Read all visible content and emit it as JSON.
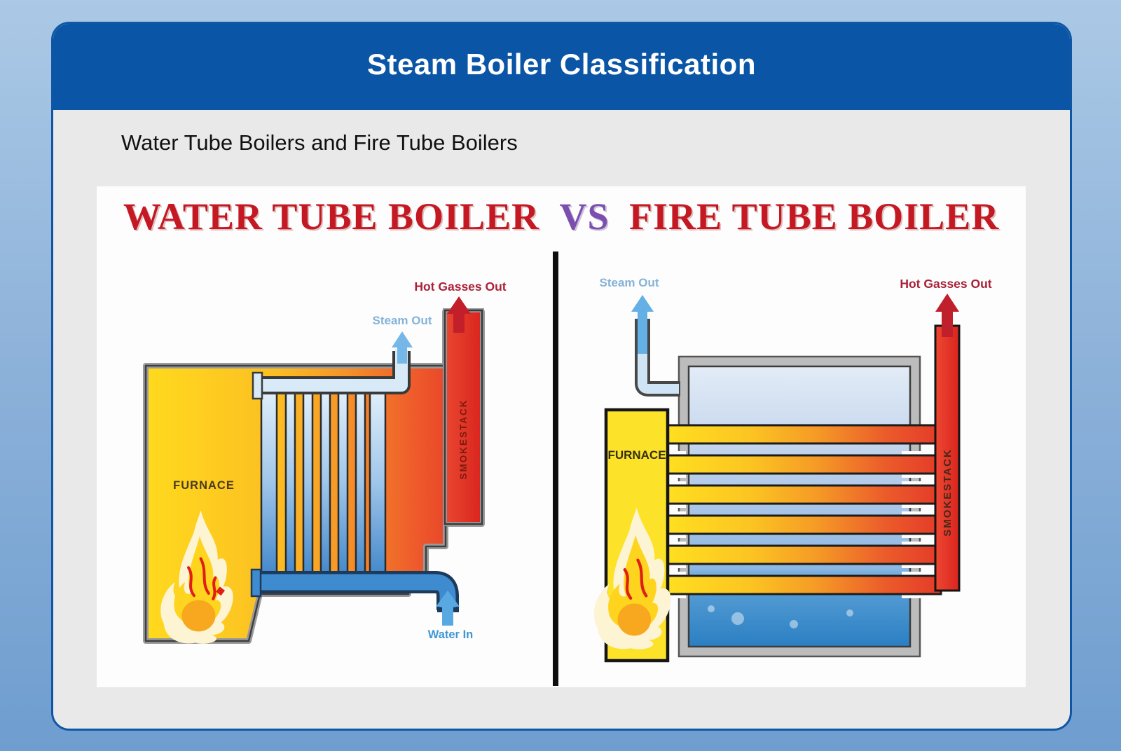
{
  "header": {
    "title": "Steam Boiler Classification",
    "bg_color": "#0a55a6",
    "text_color": "#ffffff"
  },
  "subtitle": "Water Tube Boilers and Fire Tube Boilers",
  "figure": {
    "title": {
      "left": "WATER TUBE BOILER",
      "vs": "VS",
      "right": "FIRE TUBE BOILER",
      "red_color": "#c41822",
      "vs_color": "#7b4fae"
    },
    "left_diagram": {
      "type": "water-tube-boiler",
      "labels": {
        "furnace": "FURNACE",
        "steam_out": "Steam Out",
        "hot_gasses_out": "Hot Gasses Out",
        "smokestack": "SMOKESTACK",
        "water_in": "Water In"
      }
    },
    "right_diagram": {
      "type": "fire-tube-boiler",
      "labels": {
        "furnace": "FURNACE",
        "steam_out": "Steam Out",
        "hot_gasses_out": "Hot Gasses Out",
        "smokestack": "SMOKESTACK"
      }
    },
    "colors": {
      "flame_red": "#df1f16",
      "steam_label": "#85b3d9",
      "water_label": "#3f96d2",
      "hot_gas_label": "#a72136",
      "fire_gradient_start": "#ffda1e",
      "fire_gradient_end": "#e43128",
      "water_blue": "#3f8bd0"
    }
  }
}
